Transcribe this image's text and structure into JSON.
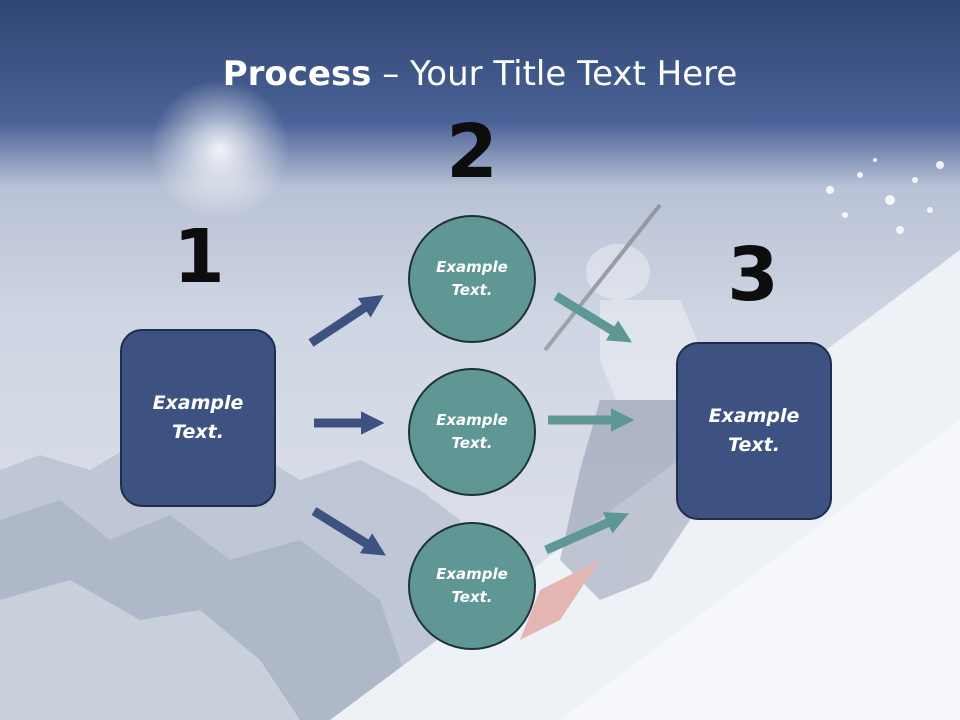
{
  "title": {
    "bold": "Process",
    "rest": " – Your Title Text Here"
  },
  "steps": {
    "one": "1",
    "two": "2",
    "three": "3"
  },
  "left_box": {
    "text": "Example\nText."
  },
  "circles": [
    {
      "text": "Example\nText."
    },
    {
      "text": "Example\nText."
    },
    {
      "text": "Example\nText."
    }
  ],
  "right_box": {
    "text": "Example\nText."
  },
  "colors": {
    "box": "#3e5282",
    "circle": "#5e9794",
    "arrow_left": "#3e5282",
    "arrow_right": "#5e9794"
  }
}
